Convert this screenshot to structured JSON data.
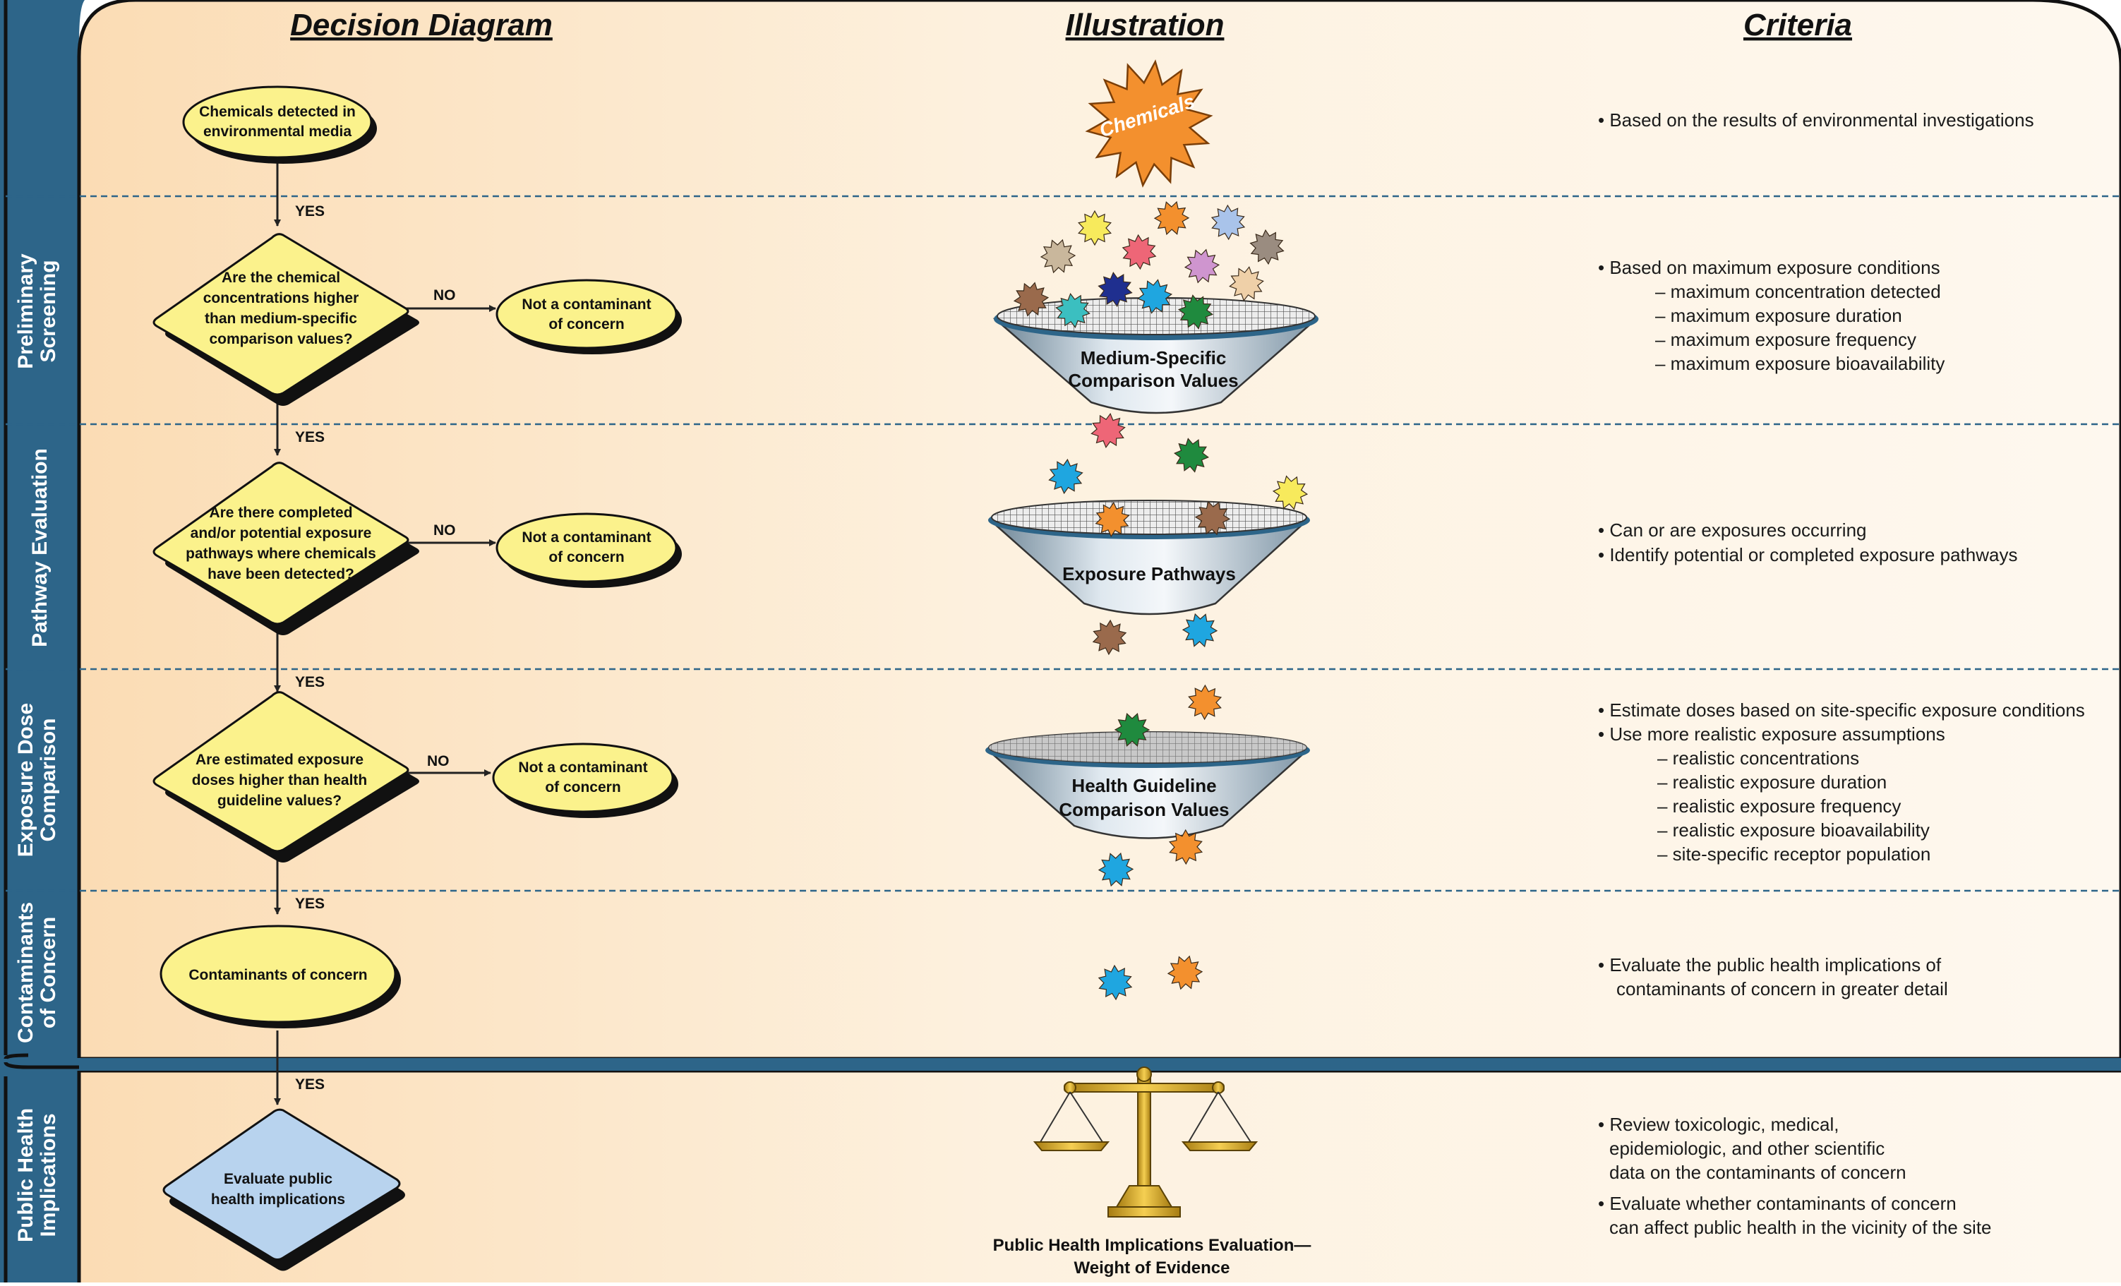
{
  "headers": {
    "decision": "Decision Diagram",
    "illustration": "Illustration",
    "criteria": "Criteria"
  },
  "sections": {
    "preliminary": [
      "Preliminary",
      "Screening"
    ],
    "pathway": "Pathway Evaluation",
    "exposure_dose": [
      "Exposure Dose",
      "Comparison"
    ],
    "contaminants": [
      "Contaminants",
      "of Concern"
    ],
    "public_health": [
      "Public Health",
      "Implications"
    ]
  },
  "nodes": {
    "start": [
      "Chemicals detected in",
      "environmental media"
    ],
    "q1": [
      "Are the chemical",
      "concentrations higher",
      "than medium-specific",
      "comparison values?"
    ],
    "q2": [
      "Are there completed",
      "and/or potential exposure",
      "pathways where chemicals",
      "have been detected?"
    ],
    "q3": [
      "Are estimated exposure",
      "doses higher than health",
      "guideline values?"
    ],
    "not1": [
      "Not a contaminant",
      "of concern"
    ],
    "not2": [
      "Not a contaminant",
      "of concern"
    ],
    "not3": [
      "Not a contaminant",
      "of concern"
    ],
    "coc": "Contaminants of concern",
    "evaluate": [
      "Evaluate public",
      "health implications"
    ]
  },
  "labels": {
    "yes": "YES",
    "no": "NO"
  },
  "illustration": {
    "chemicals_star": "Chemicals",
    "funnel1": [
      "Medium-Specific",
      "Comparison Values"
    ],
    "funnel2": "Exposure Pathways",
    "funnel3": [
      "Health Guideline",
      "Comparison Values"
    ],
    "scale_caption": [
      "Public Health Implications Evaluation—",
      "Weight of Evidence"
    ]
  },
  "criteria": {
    "c1": [
      "• Based on the results of environmental investigations"
    ],
    "c2": [
      "• Based on maximum exposure conditions",
      "– maximum concentration detected",
      "– maximum exposure duration",
      "– maximum exposure frequency",
      "– maximum exposure bioavailability"
    ],
    "c3": [
      "• Can or are exposures occurring",
      "• Identify potential or completed exposure pathways"
    ],
    "c4": [
      "• Estimate doses based on site-specific exposure conditions",
      "• Use more realistic exposure assumptions",
      "– realistic concentrations",
      "– realistic exposure duration",
      "– realistic exposure frequency",
      "– realistic exposure bioavailability",
      "– site-specific receptor population"
    ],
    "c5": [
      "• Evaluate the public health implications of",
      "contaminants of concern in greater detail"
    ],
    "c6": [
      "• Review toxicologic, medical,",
      "epidemiologic, and other scientific",
      "data on the contaminants of concern",
      "• Evaluate whether contaminants of concern",
      "can affect public health in the vicinity of the site"
    ]
  },
  "colors": {
    "frame": "#2d6589",
    "node_yellow": "#fbf28c",
    "node_blue": "#b8d3ee",
    "chemicals_star": "#f3902e"
  }
}
